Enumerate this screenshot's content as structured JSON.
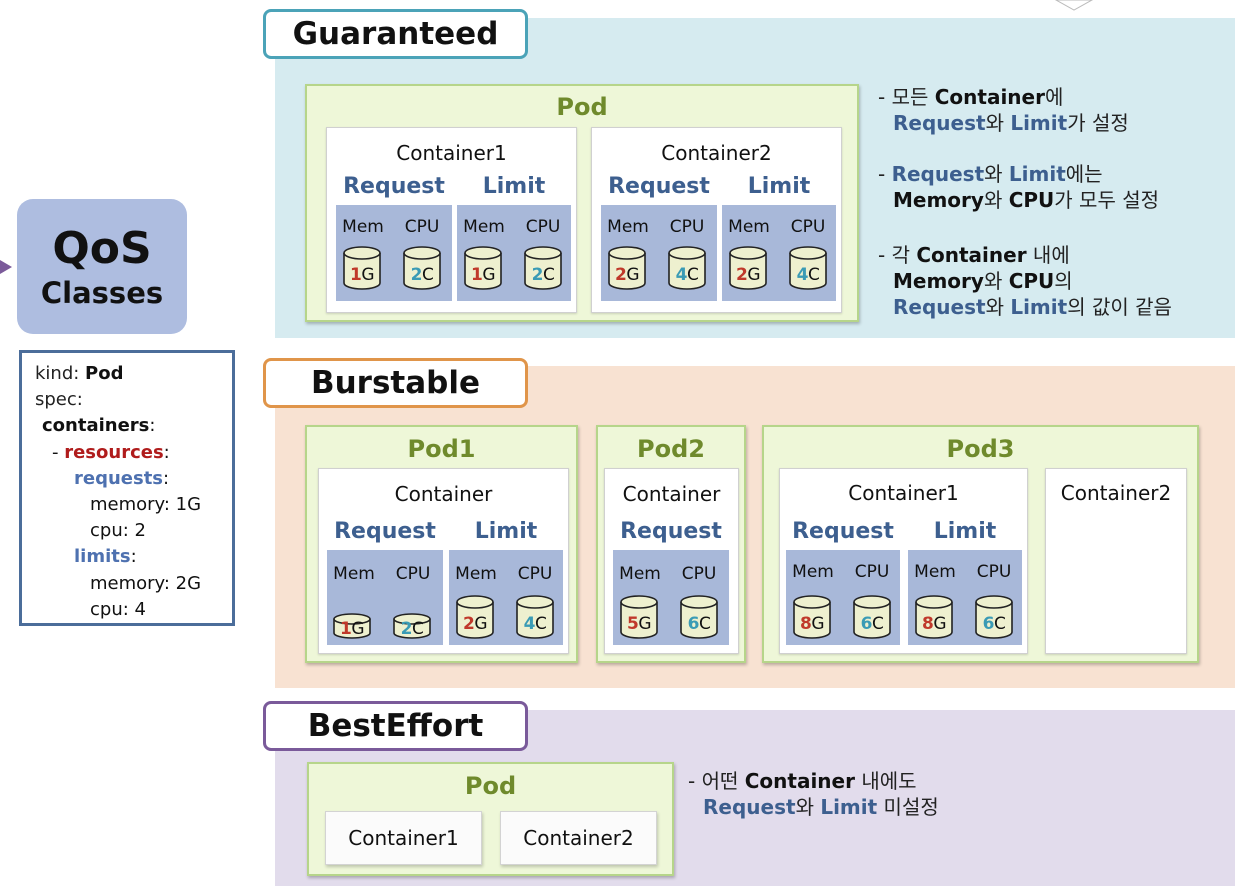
{
  "qos": {
    "line1": "QoS",
    "line2": "Classes"
  },
  "yaml": {
    "kind_key": "kind: ",
    "kind_val": "Pod",
    "spec": "spec:",
    "containers": "containers",
    "dash": "- ",
    "resources": "resources",
    "requests": "requests",
    "req_memory": "memory: 1G",
    "req_cpu": "cpu: 2",
    "limits": "limits",
    "lim_memory": "memory: 2G",
    "lim_cpu": "cpu: 4",
    "colon": ":"
  },
  "labels": {
    "request": "Request",
    "limit": "Limit",
    "mem": "Mem",
    "cpu": "CPU"
  },
  "guaranteed": {
    "title": "Guaranteed",
    "pod": "Pod",
    "containers": [
      {
        "name": "Container1",
        "req": [
          "1",
          "G",
          "2",
          "C"
        ],
        "lim": [
          "1",
          "G",
          "2",
          "C"
        ]
      },
      {
        "name": "Container2",
        "req": [
          "2",
          "G",
          "4",
          "C"
        ],
        "lim": [
          "2",
          "G",
          "4",
          "C"
        ]
      }
    ],
    "notes": [
      {
        "l1a": "- 모든 ",
        "l1b": "Container",
        "l1c": "에",
        "l2a": "Request",
        "l2b": "와 ",
        "l2c": "Limit",
        "l2d": "가 설정"
      },
      {
        "l1a": "- ",
        "l1b": "Request",
        "l1c": "와 ",
        "l1d": "Limit",
        "l1e": "에는",
        "l2a": "Memory",
        "l2b": "와 ",
        "l2c": "CPU",
        "l2d": "가 모두 설정"
      },
      {
        "l1a": "- 각 ",
        "l1b": "Container",
        "l1c": " 내에",
        "l2a": "Memory",
        "l2b": "와 ",
        "l2c": "CPU",
        "l2d": "의",
        "l3a": "Request",
        "l3b": "와 ",
        "l3c": "Limit",
        "l3d": "의 값이 같음"
      }
    ]
  },
  "burstable": {
    "title": "Burstable",
    "pod1": {
      "title": "Pod1",
      "container": "Container",
      "req": [
        "1",
        "G",
        "2",
        "C"
      ],
      "lim": [
        "2",
        "G",
        "4",
        "C"
      ]
    },
    "pod2": {
      "title": "Pod2",
      "container": "Container",
      "req": [
        "5",
        "G",
        "6",
        "C"
      ]
    },
    "pod3": {
      "title": "Pod3",
      "container1": "Container1",
      "container2": "Container2",
      "req": [
        "8",
        "G",
        "6",
        "C"
      ],
      "lim": [
        "8",
        "G",
        "6",
        "C"
      ]
    }
  },
  "besteffort": {
    "title": "BestEffort",
    "pod": "Pod",
    "container1": "Container1",
    "container2": "Container2",
    "note": {
      "l1a": "- 어떤 ",
      "l1b": "Container",
      "l1c": " 내에도",
      "l2a": "Request",
      "l2b": "와 ",
      "l2c": "Limit",
      "l2d": " 미설정"
    }
  },
  "colors": {
    "guaranteed_border": "#4ba3b8",
    "burstable_border": "#e0954a",
    "besteffort_border": "#7a5a9a",
    "pod_fill": "#eef7d8",
    "pod_title": "#6f8a2c",
    "resource_fill": "#a8b8d9",
    "label_blue": "#3d5f8f"
  }
}
